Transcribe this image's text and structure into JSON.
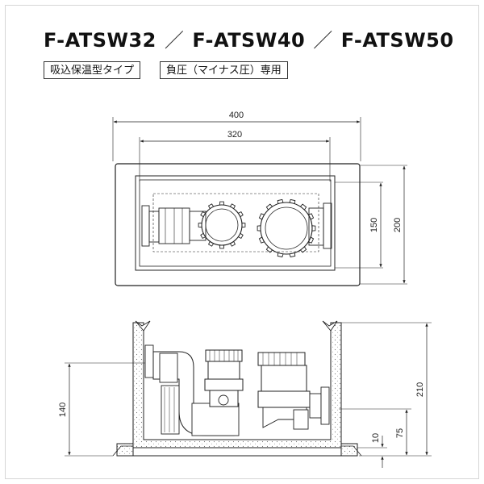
{
  "title": {
    "model1": "F-ATSW32",
    "model2": "F-ATSW40",
    "model3": "F-ATSW50",
    "separator": "／"
  },
  "tags": {
    "type": "吸込保温型タイプ",
    "pressure": "負圧（マイナス圧）専用"
  },
  "dimensions": {
    "outer_width": "400",
    "inner_width": "320",
    "inner_height": "150",
    "outer_height": "200",
    "outlet_height": "140",
    "total_height": "210",
    "base_offset": "75",
    "base_thickness": "10"
  }
}
